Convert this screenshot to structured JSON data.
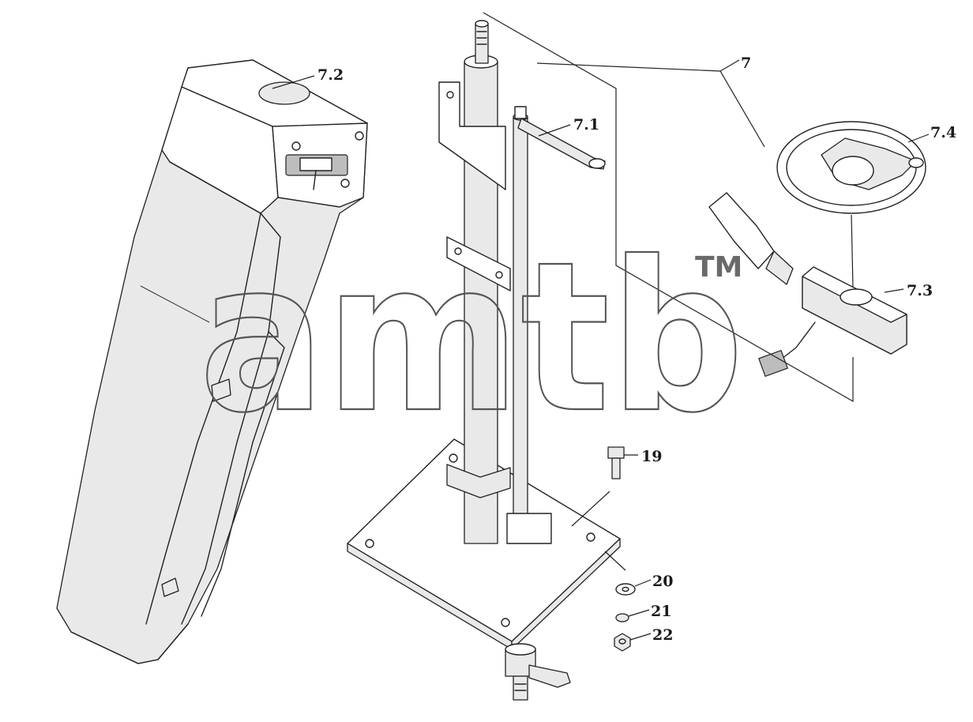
{
  "labels": {
    "assembly": "7",
    "part_7_1": "7.1",
    "part_7_2": "7.2",
    "part_7_3": "7.3",
    "part_7_4": "7.4",
    "part_19": "19",
    "part_20": "20",
    "part_21": "21",
    "part_22": "22"
  },
  "watermark": {
    "text": "amtb",
    "tm": "TM",
    "color": "#555555"
  }
}
